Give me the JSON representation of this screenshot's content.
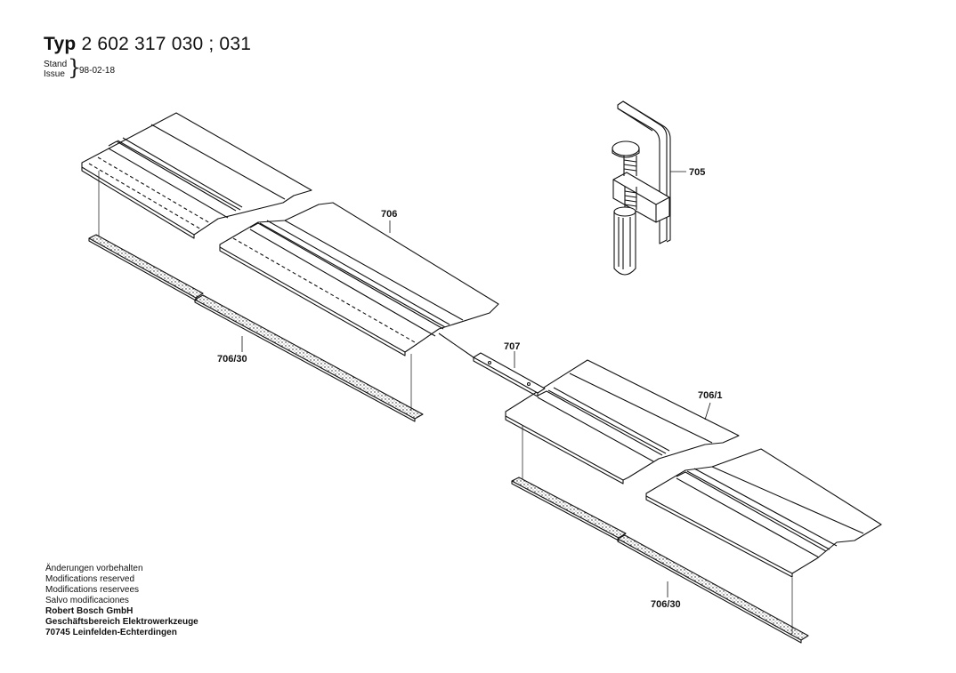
{
  "header": {
    "typ_label": "Typ",
    "typ_number": "2 602 317 030 ; 031",
    "stand_label": "Stand",
    "issue_label": "Issue",
    "date": "98-02-18"
  },
  "parts": {
    "p705": "705",
    "p706": "706",
    "p706_1": "706/1",
    "p707": "707",
    "p706_30_a": "706/30",
    "p706_30_b": "706/30"
  },
  "footer": {
    "line1": "Änderungen vorbehalten",
    "line2": "Modifications reserved",
    "line3": "Modifications reservees",
    "line4": "Salvo modificaciones",
    "line5": "Robert Bosch GmbH",
    "line6": "Geschäftsbereich Elektrowerkzeuge",
    "line7": "70745 Leinfelden-Echterdingen"
  }
}
